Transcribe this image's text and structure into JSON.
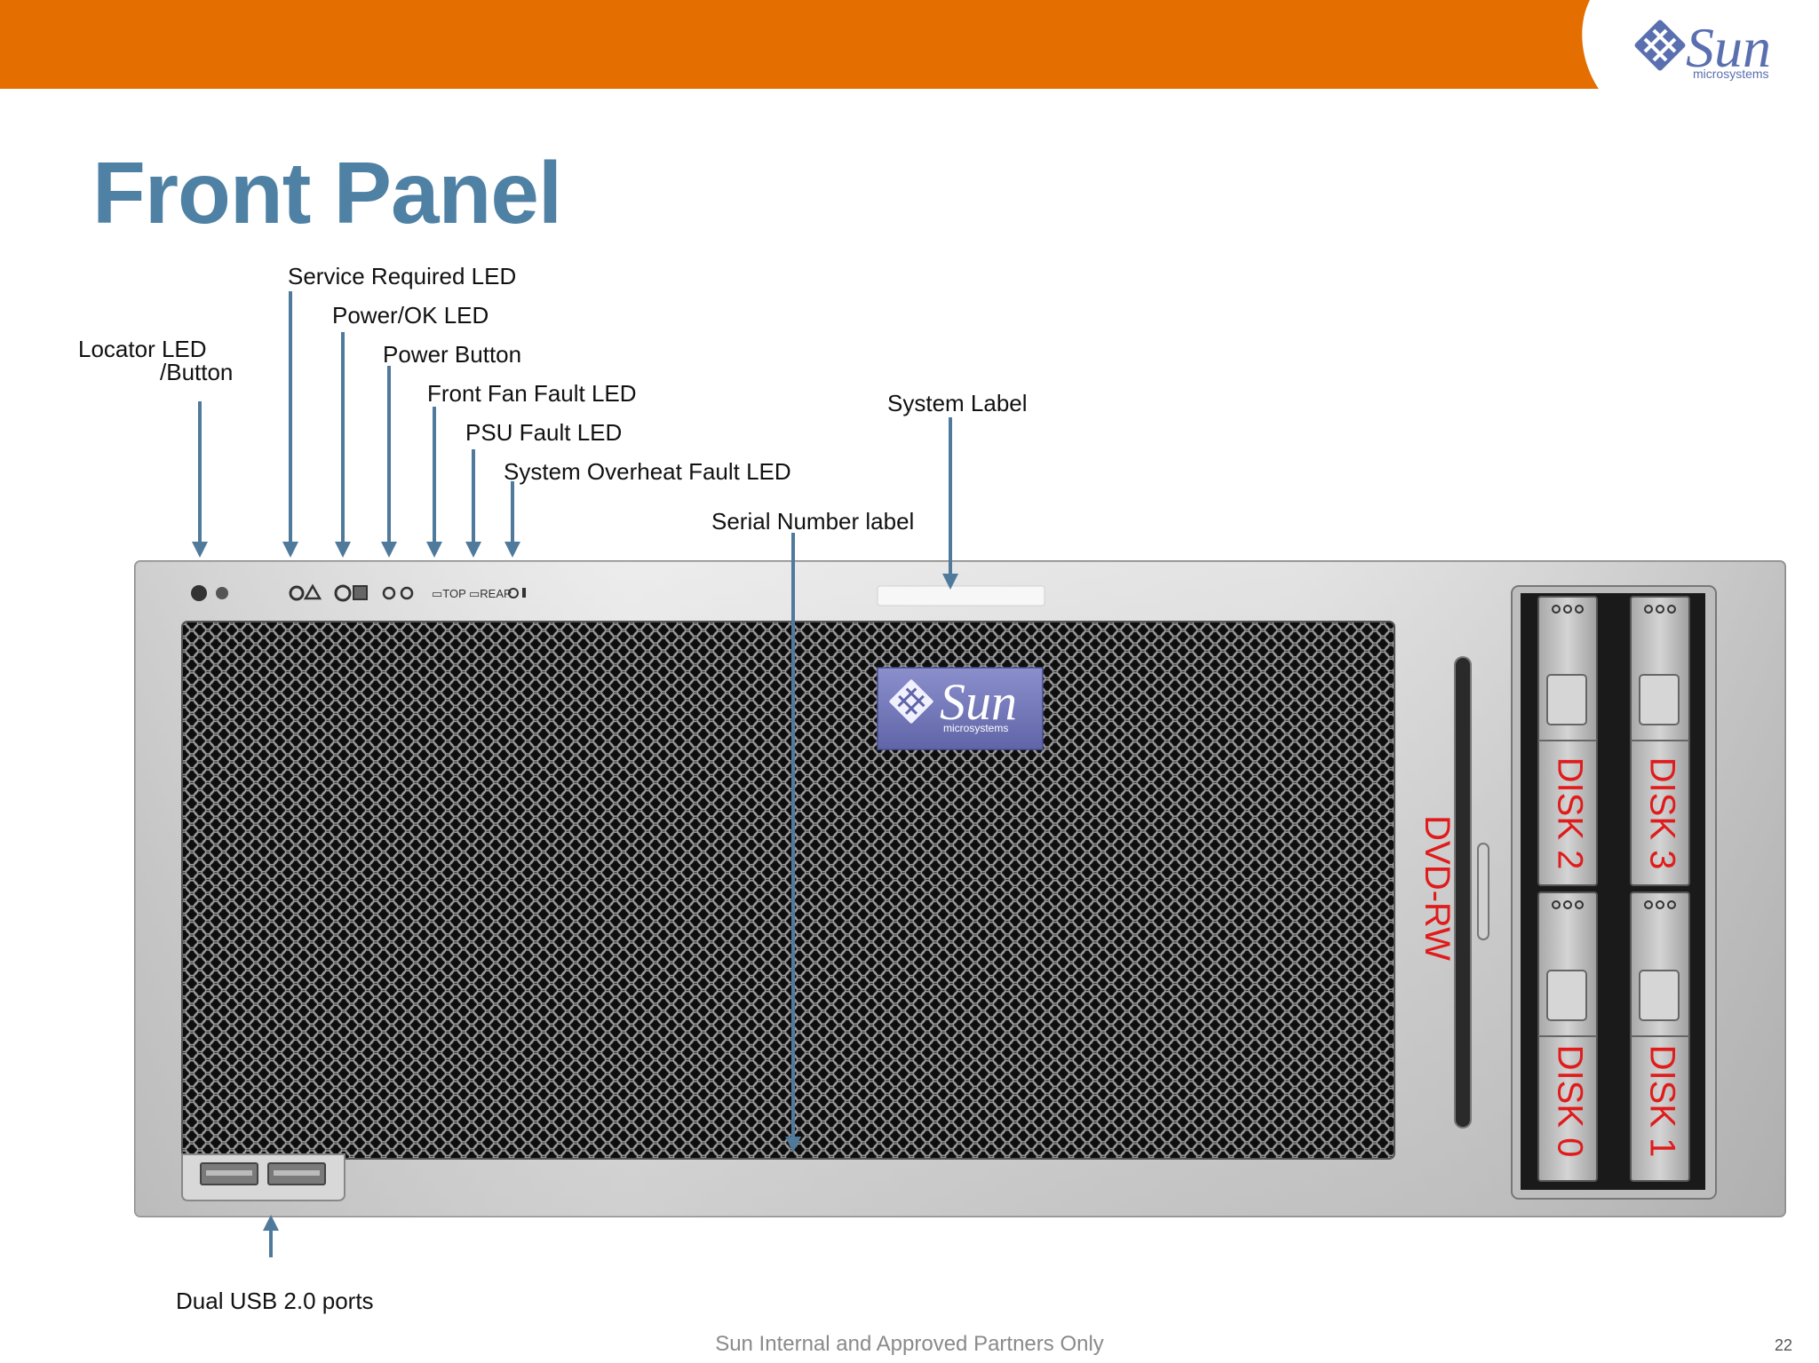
{
  "title": "Front Panel",
  "logo": {
    "name": "Sun",
    "subtitle": "microsystems"
  },
  "callouts": {
    "locator_line1": "Locator LED",
    "locator_line2": "/Button",
    "service_required": "Service Required LED",
    "power_ok": "Power/OK LED",
    "power_button": "Power Button",
    "front_fan_fault": "Front Fan Fault LED",
    "psu_fault": "PSU Fault LED",
    "system_overheat": "System Overheat Fault LED",
    "system_label": "System Label",
    "serial_number": "Serial Number label",
    "usb_ports": "Dual USB 2.0 ports"
  },
  "bays": {
    "dvd": "DVD-RW",
    "disk0": "DISK 0",
    "disk1": "DISK 1",
    "disk2": "DISK 2",
    "disk3": "DISK 3"
  },
  "footer": "Sun Internal and Approved Partners Only",
  "page_number": "22",
  "colors": {
    "top_bar": "#e46e00",
    "title": "#4f81a4",
    "arrow": "#4f7a9c",
    "bay_label": "#e01b1b",
    "chassis": "#c9c9c9"
  }
}
